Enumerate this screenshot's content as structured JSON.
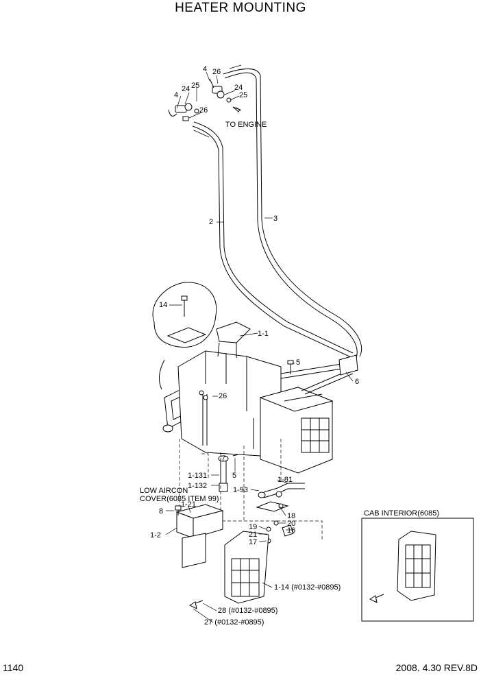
{
  "title": "HEATER MOUNTING",
  "page_number": "1140",
  "revision": "2008. 4.30  REV.8D",
  "annotations": {
    "to_engine": "TO ENGINE",
    "low_aircon_line1": "LOW AIRCON",
    "low_aircon_line2": "COVER(6085 ITEM 99)",
    "cab_interior": "CAB INTERIOR(6085)"
  },
  "callouts": {
    "c4a": "4",
    "c26a": "26",
    "c24a": "24",
    "c25a": "25",
    "c4b": "4",
    "c24b": "24",
    "c25b": "25",
    "c26b": "26",
    "c2": "2",
    "c3": "3",
    "c14": "14",
    "c1_1": "1-1",
    "c5a": "5",
    "c6": "6",
    "c26c": "26",
    "c7": "7",
    "c5b": "5",
    "c1_131": "1-131",
    "c1_132": "1-132",
    "c1_81": "1-81",
    "c1_93": "1-93",
    "c8": "8",
    "c1_21": "1-21",
    "c1_2": "1-2",
    "c18": "18",
    "c20": "20",
    "c16": "16",
    "c19": "19",
    "c21": "21",
    "c17": "17",
    "c1_14": "1-14 (#0132-#0895)",
    "c28": "28 (#0132-#0895)",
    "c27": "27 (#0132-#0895)"
  }
}
